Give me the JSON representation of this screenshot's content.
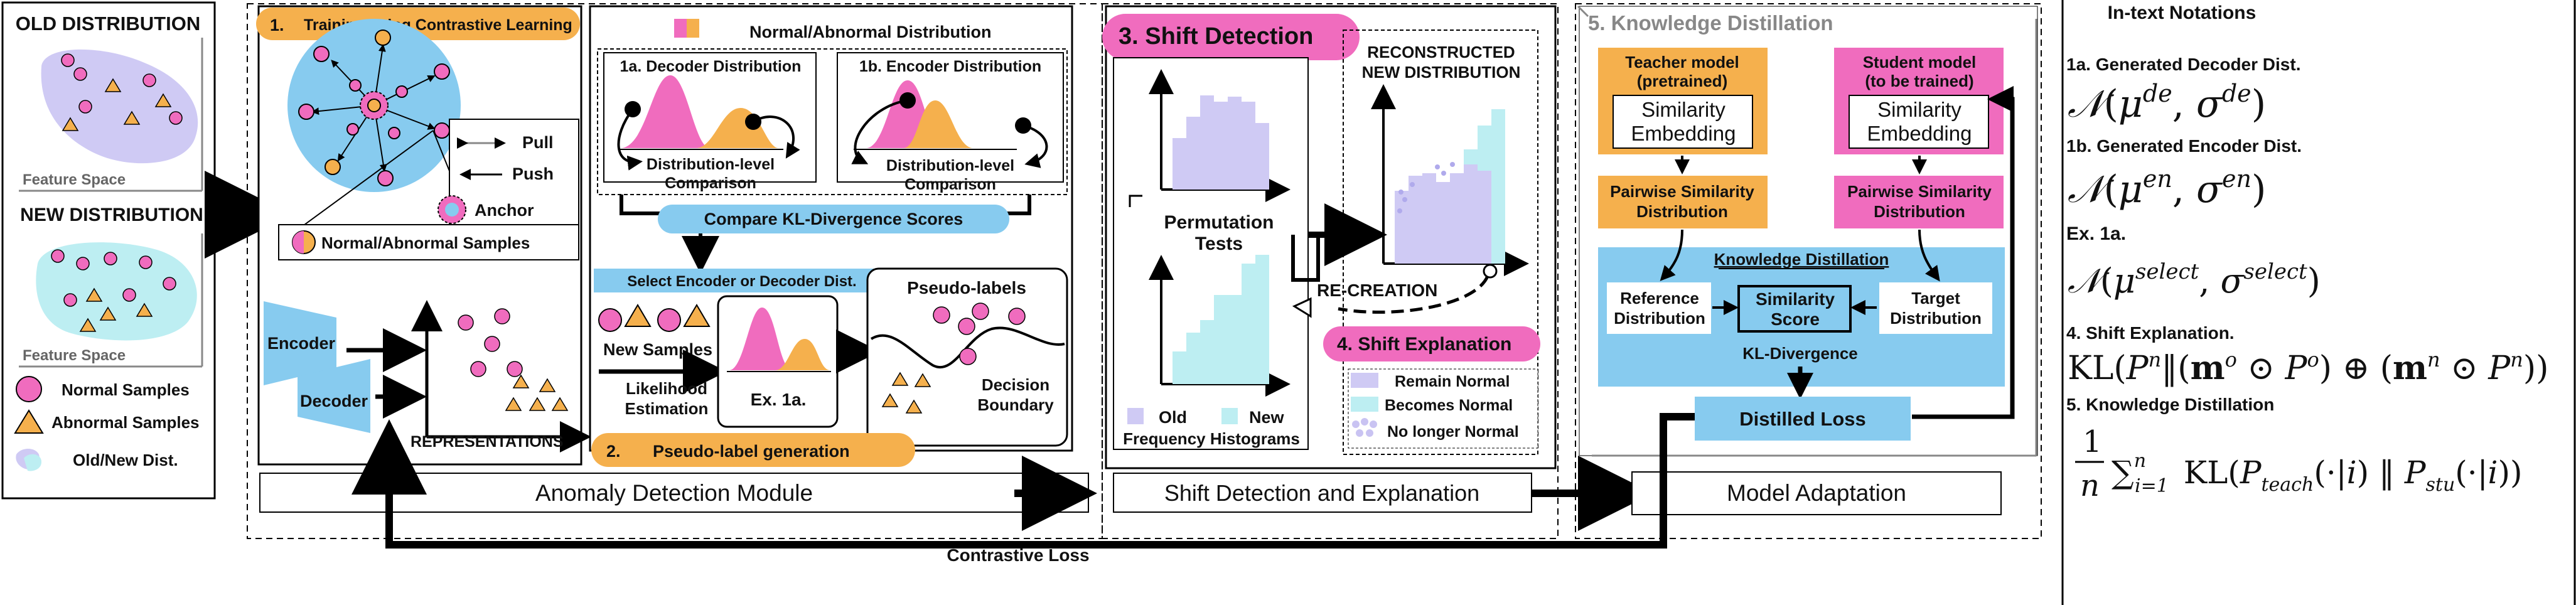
{
  "left_panel": {
    "old_title": "OLD DISTRIBUTION",
    "new_title": "NEW DISTRIBUTION",
    "feature_space": "Feature Space",
    "legend": {
      "normal": "Normal Samples",
      "abnormal": "Abnormal Samples",
      "dist": "Old/New Dist."
    }
  },
  "anomaly": {
    "badge_num": "1.",
    "badge_text": "Training using Contrastive Learning",
    "pull": "Pull",
    "push": "Push",
    "anchor": "Anchor",
    "normal_abnormal": "Normal/Abnormal Samples",
    "encoder": "Encoder",
    "decoder": "Decoder",
    "representations": "REPRESENTATIONS",
    "normal_abnormal_dist": "Normal/Abnormal Distribution",
    "dec_dist": "1a. Decoder Distribution",
    "enc_dist": "1b. Encoder Distribution",
    "dist_level_1": "Distribution-level",
    "dist_level_2": "Comparison",
    "compare_kl": "Compare KL-Divergence Scores",
    "select": "Select Encoder or Decoder Dist.",
    "new_samples": "New Samples",
    "likelihood_1": "Likelihood",
    "likelihood_2": "Estimation",
    "ex1a": "Ex. 1a.",
    "pseudo_labels": "Pseudo-labels",
    "decision_1": "Decision",
    "decision_2": "Boundary",
    "badge2_num": "2.",
    "badge2_text": "Pseudo-label generation",
    "module_title": "Anomaly Detection Module"
  },
  "shift": {
    "title": "3. Shift Detection",
    "permutation_1": "Permutation",
    "permutation_2": "Tests",
    "reconstructed_1": "RECONSTRUCTED",
    "reconstructed_2": "NEW DISTRIBUTION",
    "recreation": "RE-CREATION",
    "explanation": "4.  Shift Explanation",
    "legend_old": "Old",
    "legend_new": "New",
    "freq_hist": "Frequency Histograms",
    "remain": "Remain Normal",
    "becomes": "Becomes Normal",
    "no_longer": "No longer Normal",
    "module_title": "Shift Detection and Explanation"
  },
  "kd": {
    "title": "5. Knowledge Distillation",
    "teacher_1": "Teacher model",
    "teacher_2": "(pretrained)",
    "student_1": "Student model",
    "student_2": "(to be trained)",
    "sim_1": "Similarity",
    "sim_2": "Embedding",
    "pairwise_1": "Pairwise Similarity",
    "pairwise_2": "Distribution",
    "kd_label": "Knowledge Distillation",
    "reference_1": "Reference",
    "reference_2": "Distribution",
    "score_1": "Similarity",
    "score_2": "Score",
    "target_1": "Target",
    "target_2": "Distribution",
    "kl": "KL-Divergence",
    "distilled": "Distilled Loss",
    "module_title": "Model Adaptation"
  },
  "contrastive_loss": "Contrastive Loss",
  "notations": {
    "title": "In-text Notations",
    "n1a_label": "1a. Generated Decoder Dist.",
    "n1b_label": "1b. Generated Encoder Dist.",
    "ex_label": "Ex. 1a.",
    "n4_label": "4. Shift Explanation.",
    "n5_label": "5. Knowledge Distillation",
    "de": "de",
    "en": "en",
    "select": "select",
    "n_sum": "n",
    "i_eq": "i=1",
    "teach": "teach",
    "stu": "stu"
  },
  "colors": {
    "pink": "#F06CBE",
    "orange": "#F5B04D",
    "blue": "#87CBEF",
    "cyan": "#BDEEF2",
    "lavender": "#CFCAF4",
    "lilac": "#C9C3F2"
  }
}
